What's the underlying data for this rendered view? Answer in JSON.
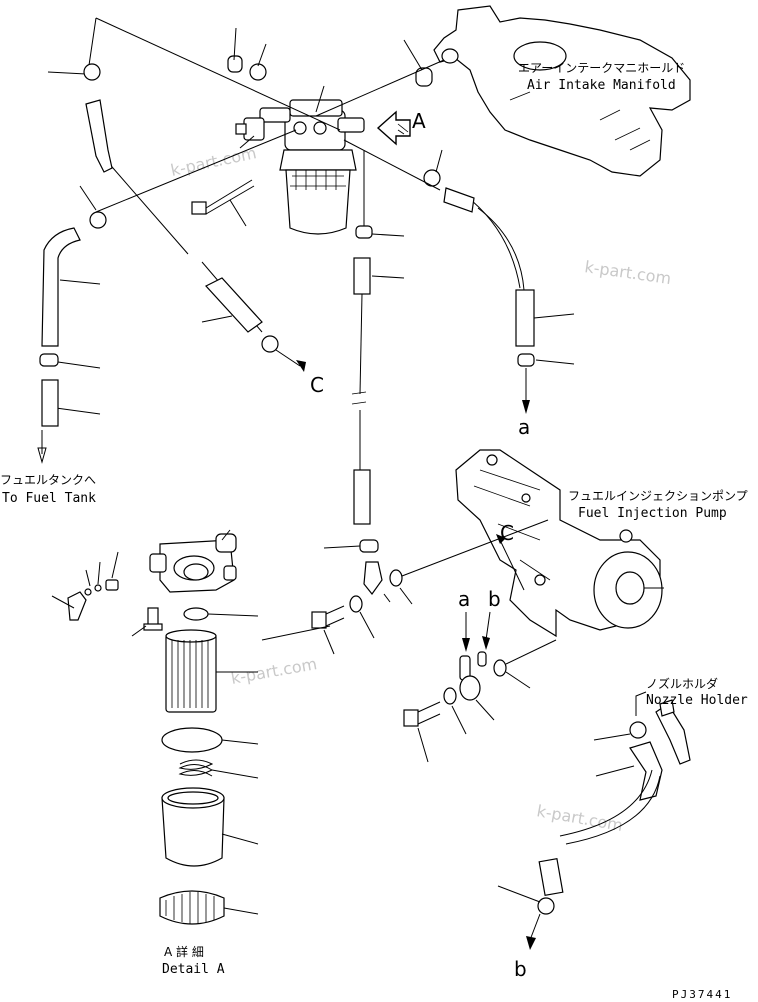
{
  "labels": {
    "air_intake_jp": "エアーインテークマニホールド",
    "air_intake_en": "Air Intake Manifold",
    "fuel_tank_jp": "フュエルタンクへ",
    "fuel_tank_en": "To Fuel Tank",
    "injection_pump_jp": "フュエルインジェクションポンプ",
    "injection_pump_en": "Fuel Injection Pump",
    "nozzle_holder_jp": "ノズルホルダ",
    "nozzle_holder_en": "Nozzle Holder",
    "detail_jp": "A 詳 細",
    "detail_en": "Detail A",
    "view_a": "A",
    "ref_a": "a",
    "ref_b": "b",
    "ref_c": "C",
    "ref_c_small": "C",
    "drawing_code": "PJ37441"
  },
  "watermarks": [
    "k-part.com",
    "k-part.com",
    "k-part.com",
    "k-part.com"
  ]
}
